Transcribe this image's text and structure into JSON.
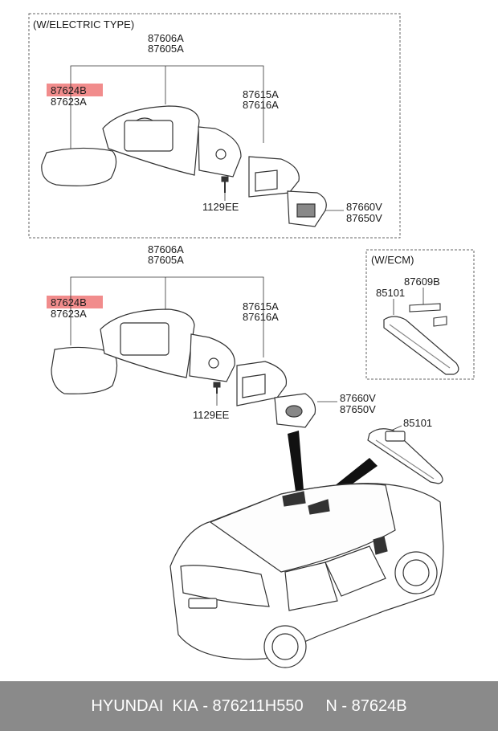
{
  "diagram": {
    "electric_section_label": "(W/ELECTRIC TYPE)",
    "ecm_section_label": "(W/ECM)",
    "electric": {
      "housing_part_a": "87606A",
      "housing_part_b": "87605A",
      "glass_part_highlighted": "87624B",
      "glass_part_alt": "87623A",
      "cover_part_a": "87615A",
      "cover_part_b": "87616A",
      "screw_part": "1129EE",
      "trim_part_a": "87660V",
      "trim_part_b": "87650V"
    },
    "manual": {
      "housing_part_a": "87606A",
      "housing_part_b": "87605A",
      "glass_part_highlighted": "87624B",
      "glass_part_alt": "87623A",
      "cover_part_a": "87615A",
      "cover_part_b": "87616A",
      "screw_part": "1129EE",
      "trim_part_a": "87660V",
      "trim_part_b": "87650V"
    },
    "ecm": {
      "bracket_part": "87609B",
      "mirror_part": "85101"
    },
    "inside_mirror_part": "85101",
    "highlight_color": "#f08080"
  },
  "footer": {
    "brand": "HYUNDAI  KIA",
    "part_number": " - 876211H550",
    "spacer": "     ",
    "ref_number": "N - 87624B"
  }
}
